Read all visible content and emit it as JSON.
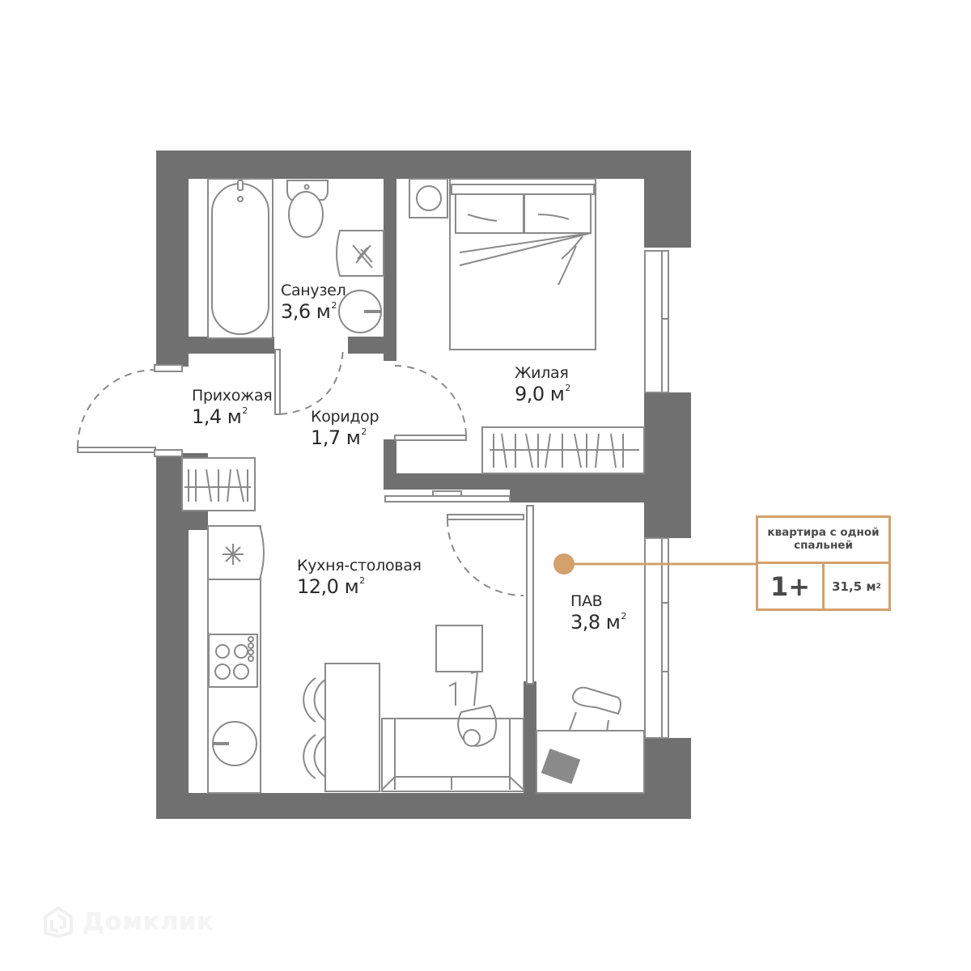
{
  "plan": {
    "wall_color": "#707070",
    "line_color": "#8a8a8a",
    "accent_color": "#d4a06c",
    "rooms": [
      {
        "id": "bathroom",
        "name": "Санузел",
        "area": "3,6 м",
        "sup": "2"
      },
      {
        "id": "bedroom",
        "name": "Жилая",
        "area": "9,0 м",
        "sup": "2"
      },
      {
        "id": "hallway",
        "name": "Прихожая",
        "area": "1,4 м",
        "sup": "2"
      },
      {
        "id": "corridor",
        "name": "Коридор",
        "area": "1,7 м",
        "sup": "2"
      },
      {
        "id": "kitchen",
        "name": "Кухня-столовая",
        "area": "12,0 м",
        "sup": "2"
      },
      {
        "id": "pav",
        "name": "ПАВ",
        "area": "3,8 м",
        "sup": "2"
      }
    ]
  },
  "legend": {
    "title": "квартира с одной спальней",
    "type": "1+",
    "total_area": "31,5 м",
    "total_area_sup": "2"
  },
  "watermark": {
    "icon": "domclick-house-icon",
    "text": "Домклик"
  }
}
